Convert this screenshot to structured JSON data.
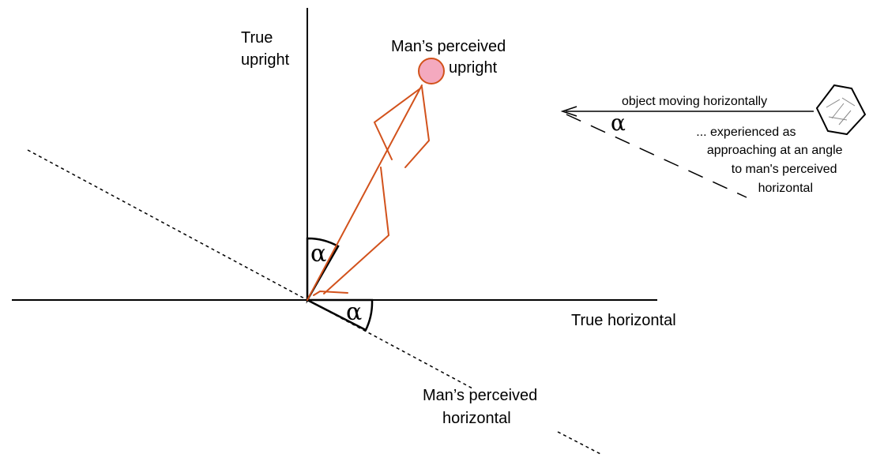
{
  "labels": {
    "true_upright": [
      "True",
      "upright"
    ],
    "perceived_upright": [
      "Man’s perceived",
      "upright"
    ],
    "true_horizontal": "True horizontal",
    "perceived_horizontal": [
      "Man’s perceived",
      "horizontal"
    ],
    "object_moving": "object moving horizontally",
    "experienced": [
      "... experienced as",
      "approaching at an angle",
      "to man's perceived",
      "horizontal"
    ],
    "alpha": "α"
  },
  "colors": {
    "lines": "#000000",
    "figure": "#d2521c",
    "head_fill": "#f4a9bf",
    "head_stroke": "#d2521c"
  }
}
